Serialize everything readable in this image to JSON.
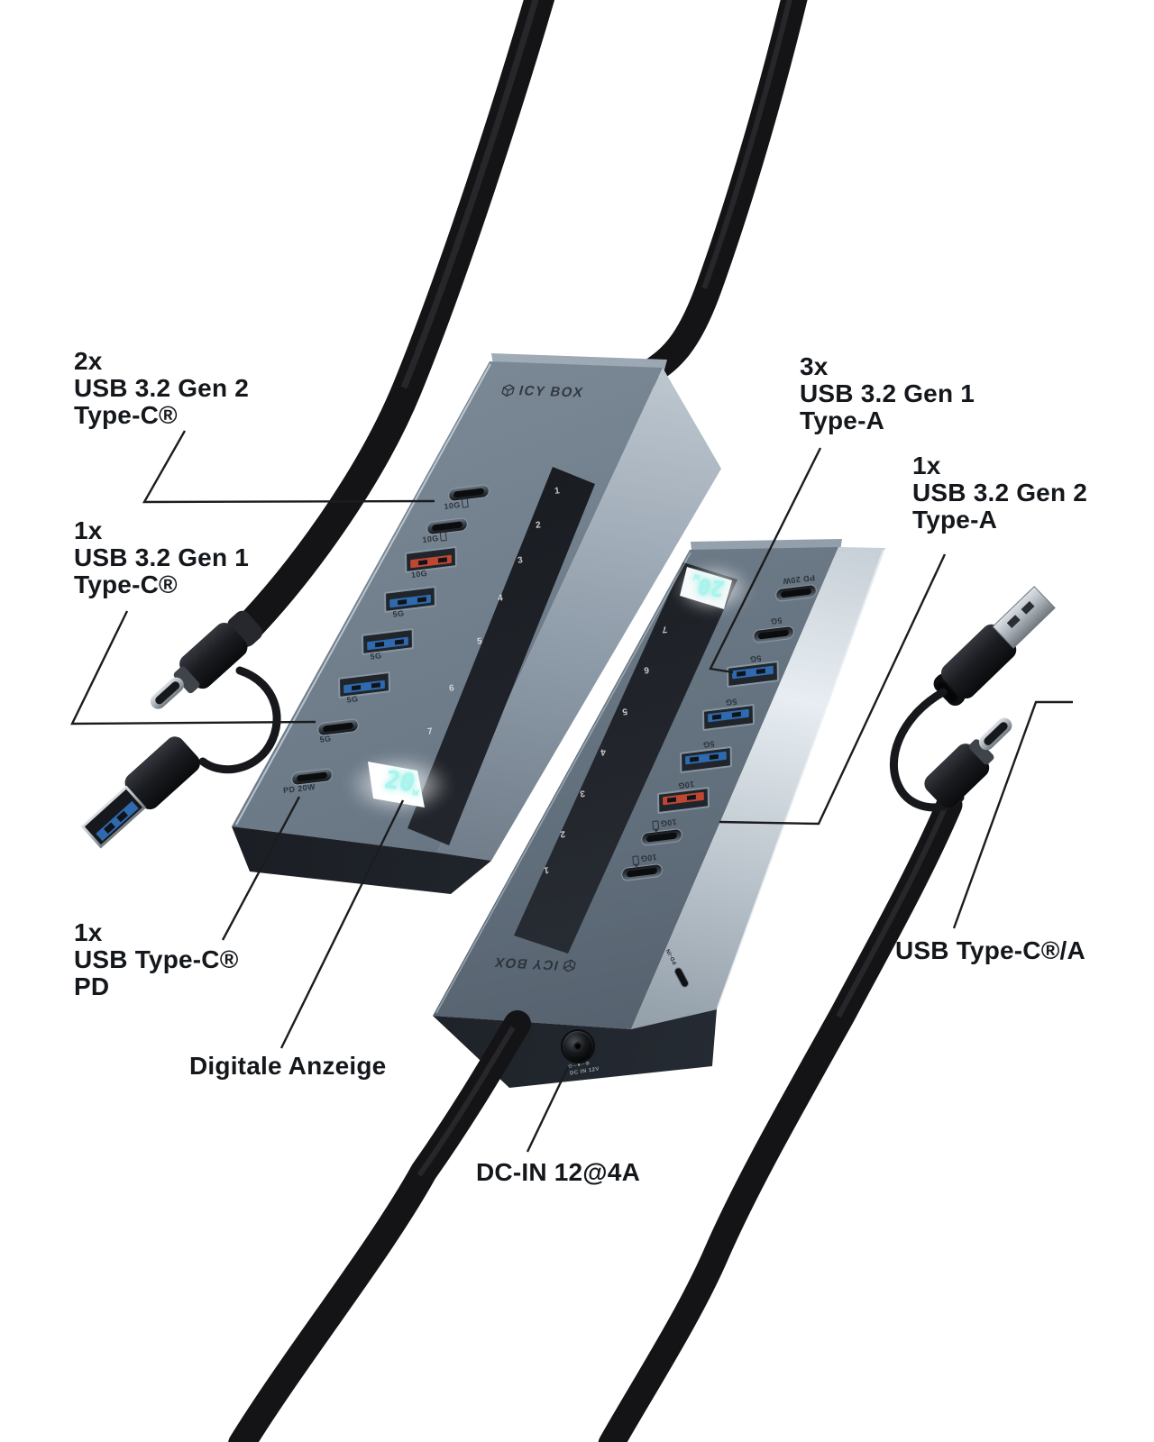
{
  "product": {
    "brand": "ICY BOX",
    "display_value": "20",
    "display_unit": "w"
  },
  "callouts": {
    "usb_c_gen2": {
      "lines": [
        "2x",
        "USB 3.2 Gen 2",
        "Type-C®"
      ]
    },
    "usb_c_gen1": {
      "lines": [
        "1x",
        "USB 3.2 Gen 1",
        "Type-C®"
      ]
    },
    "usb_a_gen1": {
      "lines": [
        "3x",
        "USB 3.2 Gen 1",
        "Type-A"
      ]
    },
    "usb_a_gen2": {
      "lines": [
        "1x",
        "USB 3.2 Gen 2",
        "Type-A"
      ]
    },
    "usb_c_pd": {
      "lines": [
        "1x",
        "USB Type-C®",
        "PD"
      ]
    },
    "digital_display": {
      "label": "Digitale Anzeige"
    },
    "dc_in": {
      "label": "DC-IN 12@4A"
    },
    "usb_type_ca": {
      "label": "USB Type-C®/A"
    }
  },
  "front_hub": {
    "ports": [
      {
        "type": "c",
        "label": "10G",
        "battery": true
      },
      {
        "type": "c",
        "label": "10G",
        "battery": true
      },
      {
        "type": "a",
        "label": "10G",
        "color": "red"
      },
      {
        "type": "a",
        "label": "5G",
        "color": "blue"
      },
      {
        "type": "a",
        "label": "5G",
        "color": "blue"
      },
      {
        "type": "a",
        "label": "5G",
        "color": "blue"
      },
      {
        "type": "c",
        "label": "5G"
      },
      {
        "type": "c",
        "label": "PD 20W"
      }
    ],
    "stripe_numbers": [
      "1",
      "2",
      "3",
      "4",
      "5",
      "6",
      "7"
    ]
  },
  "rear_hub": {
    "ports": [
      {
        "type": "c",
        "label": "PD 20W"
      },
      {
        "type": "c",
        "label": "5G"
      },
      {
        "type": "a",
        "label": "5G",
        "color": "blue"
      },
      {
        "type": "a",
        "label": "5G",
        "color": "blue"
      },
      {
        "type": "a",
        "label": "5G",
        "color": "blue"
      },
      {
        "type": "a",
        "label": "10G",
        "color": "red"
      },
      {
        "type": "c",
        "label": "10G",
        "battery": true
      },
      {
        "type": "c",
        "label": "10G",
        "battery": true
      }
    ],
    "stripe_numbers": [
      "7",
      "6",
      "5",
      "4",
      "3",
      "2",
      "1"
    ],
    "pd_in_label": "PD-IN",
    "dc_jack_polarity": "⊖–●–⊕",
    "dc_jack_label": "DC IN 12V"
  },
  "colors": {
    "port_blue": "#2f6aae",
    "port_red": "#bf4731",
    "display_teal": "#a9f4ec"
  }
}
